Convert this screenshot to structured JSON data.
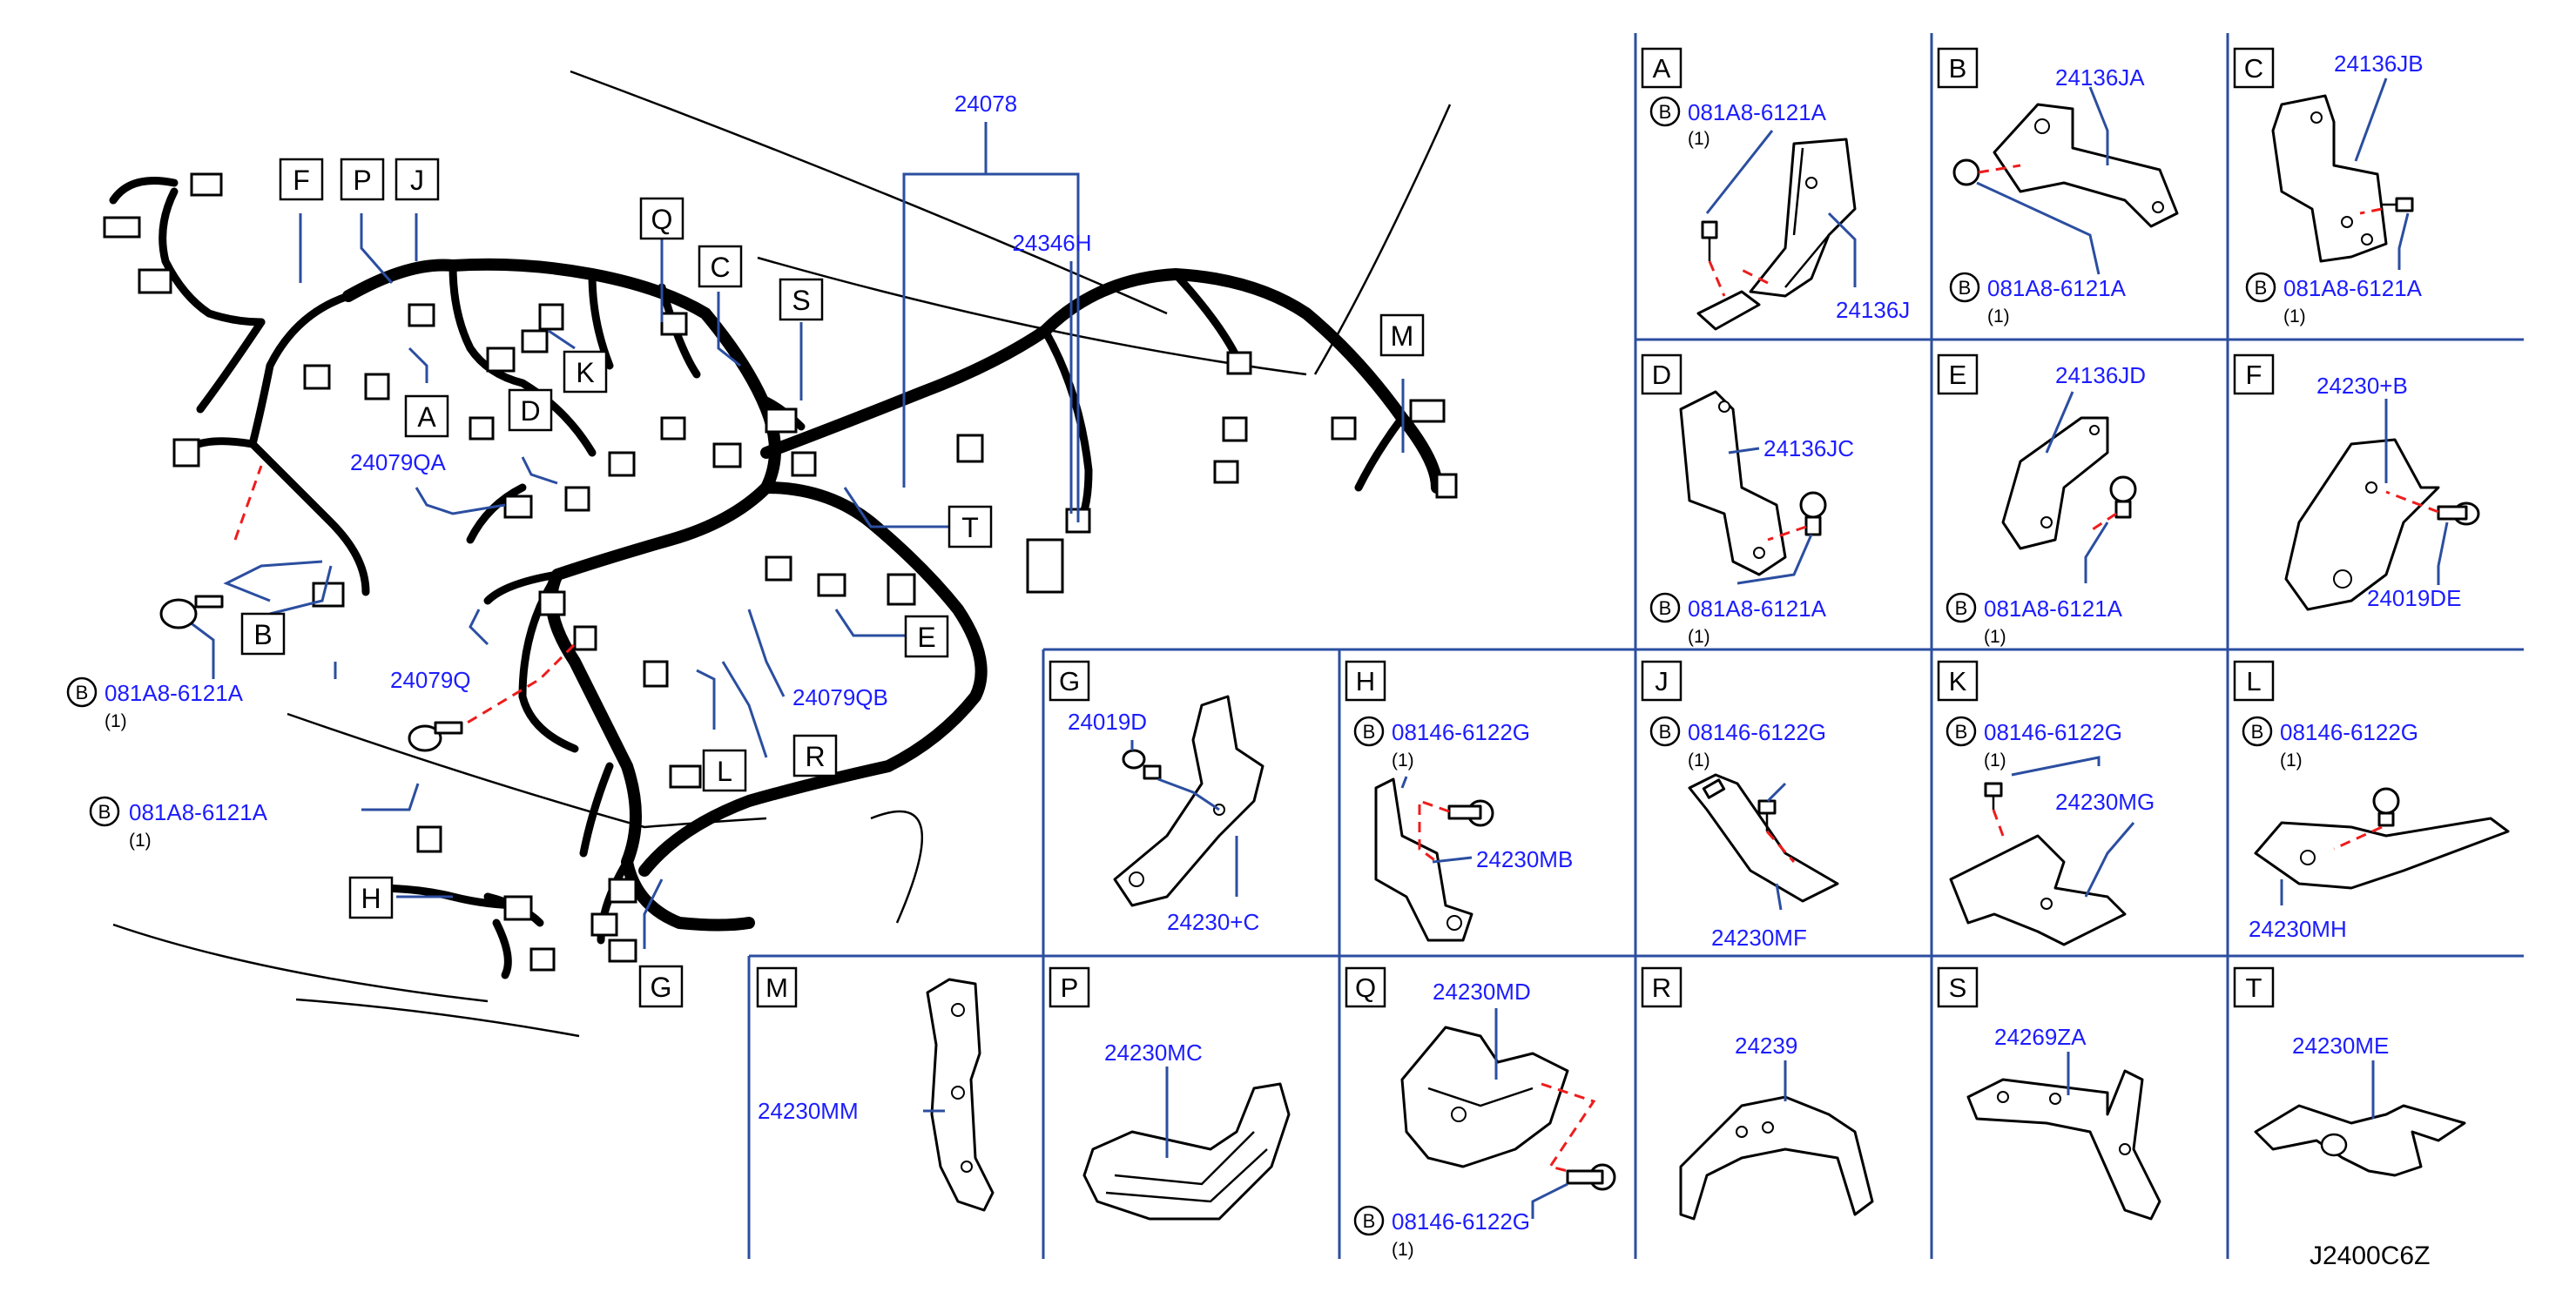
{
  "diagram_id": "J2400C6Z",
  "main_callouts": {
    "n24078": "24078",
    "n24346H": "24346H",
    "n24079QA": "24079QA",
    "n24079Q": "24079Q",
    "n24079QB": "24079QB",
    "bolt1": "081A8-6121A",
    "bolt1_qty": "(1)",
    "bolt2": "081A8-6121A",
    "bolt2_qty": "(1)"
  },
  "bolt_symbol": "B",
  "main_keys": {
    "F": "F",
    "P": "P",
    "J": "J",
    "Q": "Q",
    "C": "C",
    "S": "S",
    "K": "K",
    "A": "A",
    "D": "D",
    "M": "M",
    "T": "T",
    "B": "B",
    "E": "E",
    "L": "L",
    "R": "R",
    "H": "H",
    "G": "G"
  },
  "cells": {
    "A": {
      "letter": "A",
      "bolt": "081A8-6121A",
      "qty": "(1)",
      "part": "24136J"
    },
    "B": {
      "letter": "B",
      "bolt": "081A8-6121A",
      "qty": "(1)",
      "part": "24136JA"
    },
    "C": {
      "letter": "C",
      "bolt": "081A8-6121A",
      "qty": "(1)",
      "part": "24136JB"
    },
    "D": {
      "letter": "D",
      "bolt": "081A8-6121A",
      "qty": "(1)",
      "part": "24136JC"
    },
    "E": {
      "letter": "E",
      "bolt": "081A8-6121A",
      "qty": "(1)",
      "part": "24136JD"
    },
    "F": {
      "letter": "F",
      "bolt": "24019DE",
      "part": "24230+B"
    },
    "G": {
      "letter": "G",
      "bolt": "24019D",
      "part": "24230+C"
    },
    "H": {
      "letter": "H",
      "bolt": "08146-6122G",
      "qty": "(1)",
      "part": "24230MB"
    },
    "J": {
      "letter": "J",
      "bolt": "08146-6122G",
      "qty": "(1)",
      "part": "24230MF"
    },
    "K": {
      "letter": "K",
      "bolt": "08146-6122G",
      "qty": "(1)",
      "part": "24230MG"
    },
    "L": {
      "letter": "L",
      "bolt": "08146-6122G",
      "qty": "(1)",
      "part": "24230MH"
    },
    "M": {
      "letter": "M",
      "part": "24230MM"
    },
    "P": {
      "letter": "P",
      "part": "24230MC"
    },
    "Q": {
      "letter": "Q",
      "bolt": "08146-6122G",
      "qty": "(1)",
      "part": "24230MD"
    },
    "R": {
      "letter": "R",
      "part": "24239"
    },
    "S": {
      "letter": "S",
      "part": "24269ZA"
    },
    "T": {
      "letter": "T",
      "part": "24230ME"
    }
  },
  "colors": {
    "callout": "#1c1cff",
    "grid": "#2b4ea0",
    "dashed": "#ee1c1c",
    "line": "#000000"
  }
}
